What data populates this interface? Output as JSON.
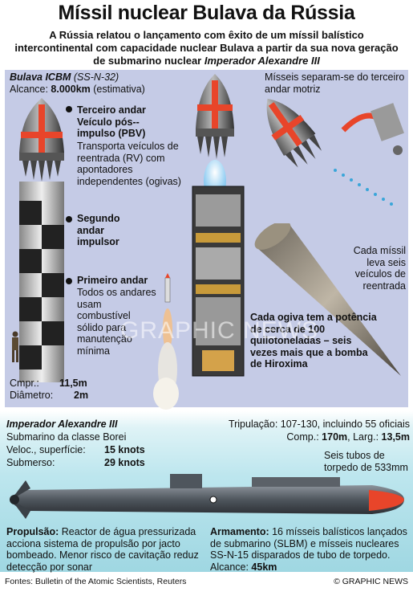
{
  "header": {
    "title": "Míssil nuclear Bulava da Rússia",
    "subtitle_plain": "A Rússia relatou o lançamento com êxito de um míssil balístico intercontinental com capacidade nuclear Bulava a partir da sua nova geração de submarino nuclear ",
    "subtitle_italic": "Imperador Alexandre III"
  },
  "missile": {
    "name": "Bulava ICBM",
    "code": "(SS-N-32)",
    "range_label": "Alcance: ",
    "range_value": "8.000km",
    "range_note": " (estimativa)",
    "stage3_title": "Terceiro andar Veículo pós--impulso (PBV)",
    "stage3_desc": "Transporta veículos de reentrada (RV) com apontadores independentes (ogivas)",
    "stage2_title": "Segundo andar impulsor",
    "stage1_title": "Primeiro andar",
    "stage1_desc": "Todos os andares usam combustível sólido para manutenção mínima",
    "length_label": "Cmpr.:",
    "length_value": "11,5m",
    "diameter_label": "Diâmetro:",
    "diameter_value": "2m"
  },
  "separation": {
    "note": "Mísseis separam-se do terceiro andar motriz",
    "rv_note": "Cada míssil leva seis veículos de reentrada",
    "warhead_note": "Cada ogiva tem a potência de cerca de 100 quilotoneladas – seis vezes mais que a bomba de Hiroxima"
  },
  "watermark": "GRAPHIC NEWS",
  "submarine": {
    "name": "Imperador Alexandre III",
    "class": "Submarino da classe Borei",
    "surface_label": "Veloc., superfície:",
    "surface_value": "15 knots",
    "submerged_label": "Submerso:",
    "submerged_value": "29 knots",
    "crew": "Tripulação: 107-130, incluindo 55 oficiais",
    "length_label": "Comp.: ",
    "length_value": "170m",
    "beam_label": ", Larg.: ",
    "beam_value": "13,5m",
    "torpedo_note": "Seis tubos de torpedo de 533mm",
    "propulsion_title": "Propulsão:",
    "propulsion_desc": " Reactor de água pressurizada acciona sistema de propulsão por jacto bombeado. Menor risco de cavitação reduz detecção por sonar",
    "armament_title": "Armamento:",
    "armament_desc": " 16 mísseis balísticos lançados de submarino (SLBM) e mísseis nucleares SS-N-15 disparados de tubo de torpedo. Alcance: ",
    "armament_range": "45km"
  },
  "footer": {
    "sources": "Fontes: Bulletin of the Atomic Scientists, Reuters",
    "credit": "© GRAPHIC NEWS"
  },
  "colors": {
    "panel": "#c5cbe6",
    "accent_red": "#e8452a",
    "sea": "#9fd7e2"
  }
}
